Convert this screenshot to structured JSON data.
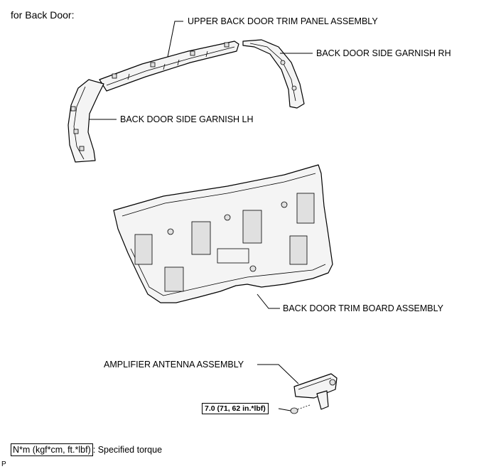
{
  "heading": "for Back Door:",
  "labels": {
    "upper_panel": "UPPER BACK DOOR TRIM PANEL ASSEMBLY",
    "garnish_rh": "BACK DOOR SIDE GARNISH RH",
    "garnish_lh": "BACK DOOR SIDE GARNISH LH",
    "trim_board": "BACK DOOR TRIM BOARD ASSEMBLY",
    "amplifier": "AMPLIFIER ANTENNA ASSEMBLY"
  },
  "torque_callout": "7.0 (71, 62 in.*lbf)",
  "legend": {
    "unit": "N*m (kgf*cm, ft.*lbf)",
    "description": ": Specified torque"
  },
  "corner_mark": "P"
}
